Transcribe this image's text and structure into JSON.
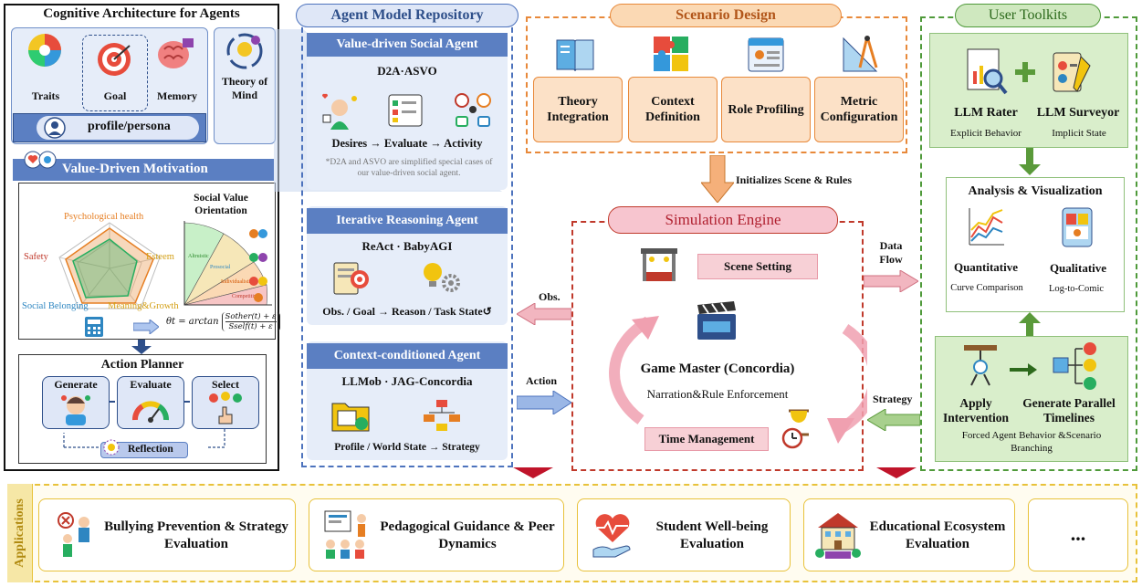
{
  "cog": {
    "title": "Cognitive Architecture for Agents",
    "traits": "Traits",
    "goal": "Goal",
    "memory": "Memory",
    "tom": "Theory of Mind",
    "profile": "profile/persona",
    "motivation": "Value-Driven Motivation",
    "psych": "Psychological health",
    "safety": "Safety",
    "esteem": "Esteem",
    "belonging": "Social Belonging",
    "meaning": "Meaning&Growth",
    "svo_title": "Social Value Orientation",
    "svo_altruistic": "Altruistic",
    "svo_prosocial": "Prosocial",
    "svo_individualistic": "Individualistic",
    "svo_competitive": "Competitive",
    "formula_lhs": "θt = arctan",
    "formula_num": "Sother(t) + ε",
    "formula_den": "Sself(t) + ε",
    "planner": "Action Planner",
    "generate": "Generate",
    "evaluate": "Evaluate",
    "select": "Select",
    "reflection": "Reflection"
  },
  "repo": {
    "title": "Agent Model Repository",
    "value_title": "Value-driven Social Agent",
    "value_sub": "D2A·ASVO",
    "value_flow": "Desires → Evaluate → Activity",
    "value_note": "*D2A and ASVO are simplified special cases of our value-driven social agent.",
    "iter_title": "Iterative Reasoning Agent",
    "iter_sub": "ReAct · BabyAGI",
    "iter_flow": "Obs. / Goal → Reason / Task State↺",
    "ctx_title": "Context-conditioned Agent",
    "ctx_sub": "LLMob · JAG-Concordia",
    "ctx_flow": "Profile / World State → Strategy"
  },
  "scenario": {
    "title": "Scenario Design",
    "items": [
      "Theory Integration",
      "Context Definition",
      "Role Profiling",
      "Metric Configuration"
    ],
    "init": "Initializes Scene & Rules"
  },
  "sim": {
    "title": "Simulation Engine",
    "scene": "Scene Setting",
    "gm": "Game Master (Concordia)",
    "narr": "Narration&Rule Enforcement",
    "time": "Time Management",
    "obs": "Obs.",
    "action": "Action",
    "data_flow": "Data Flow",
    "strategy": "Strategy"
  },
  "toolkits": {
    "title": "User Toolkits",
    "rater": "LLM Rater",
    "rater_sub": "Explicit Behavior",
    "surveyor": "LLM Surveyor",
    "surveyor_sub": "Implicit State",
    "analysis": "Analysis & Visualization",
    "quant": "Quantitative",
    "quant_sub": "Curve Comparison",
    "qual": "Qualitative",
    "qual_sub": "Log-to-Comic",
    "apply": "Apply Intervention",
    "gen": "Generate Parallel Timelines",
    "gen_sub": "Forced Agent Behavior &Scenario Branching"
  },
  "apps": {
    "label": "Applications",
    "items": [
      "Bullying Prevention & Strategy Evaluation",
      "Pedagogical Guidance & Peer Dynamics",
      "Student Well-being Evaluation",
      "Educational Ecosystem Evaluation",
      "..."
    ]
  },
  "colors": {
    "navy": "#2e4f8a",
    "orange": "#e8893a",
    "red": "#c0392b",
    "green": "#4f9a3a",
    "gold": "#e8c23a"
  }
}
